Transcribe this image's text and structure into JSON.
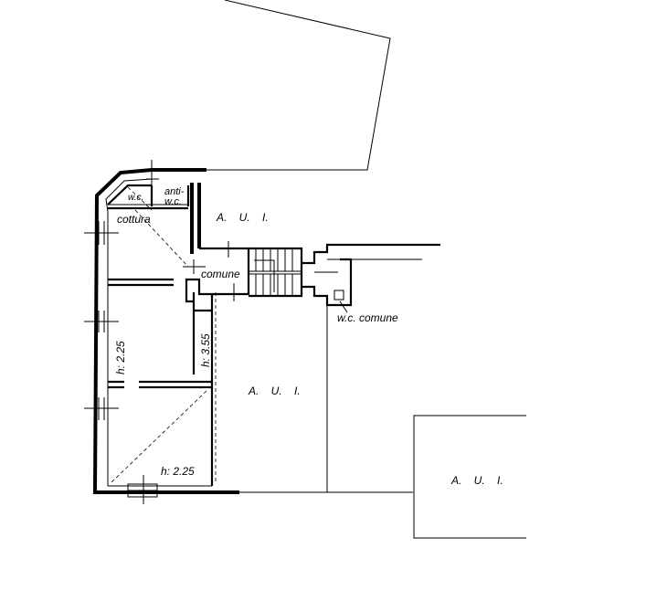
{
  "rooms": {
    "wc": "w.c.",
    "anti_wc_line1": "anti-",
    "anti_wc_line2": "w.c.",
    "cottura": "cottura",
    "comune": "comune",
    "wc_comune": "w.c. comune",
    "aui_top": "A.    U.    I.",
    "aui_middle": "A.    U.    I.",
    "aui_right": "A.    U.    I."
  },
  "heights": {
    "left_room": "h: 2.25",
    "middle_room": "h: 3.55",
    "bottom_room": "h: 2.25"
  },
  "colors": {
    "line": "#000000",
    "background": "#ffffff"
  }
}
